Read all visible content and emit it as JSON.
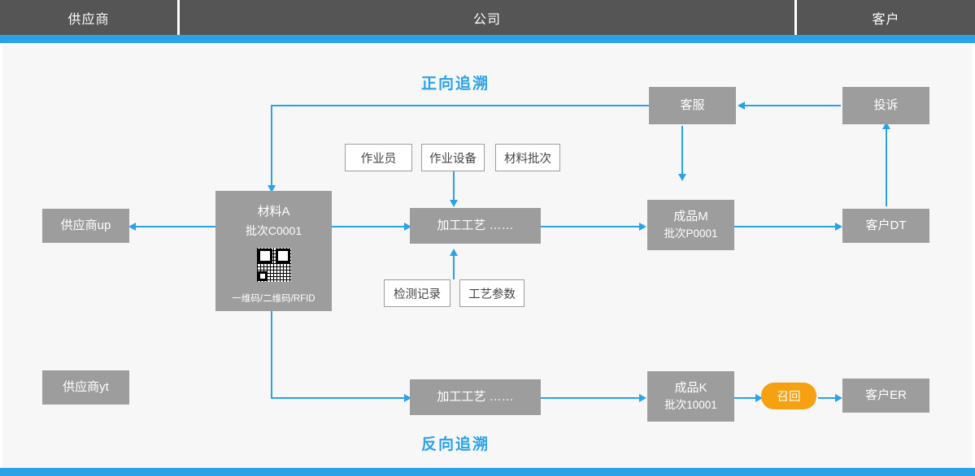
{
  "header": {
    "lanes": [
      {
        "label": "供应商"
      },
      {
        "label": "公司"
      },
      {
        "label": "客户"
      }
    ]
  },
  "labels": {
    "forward": "正向追溯",
    "backward": "反向追溯"
  },
  "nodes": {
    "supplier_up": "供应商up",
    "supplier_yt": "供应商yt",
    "material_a_title": "材料A",
    "material_a_batch": "批次C0001",
    "material_a_codes": "一维码/二维码/RFID",
    "process_top": "加工工艺  ……",
    "process_bottom": "加工工艺  ……",
    "product_m_title": "成品M",
    "product_m_batch": "批次P0001",
    "product_k_title": "成品K",
    "product_k_batch": "批次10001",
    "customer_service": "客服",
    "complaint": "投诉",
    "customer_dt": "客户DT",
    "customer_er": "客户ER",
    "recall": "召回"
  },
  "attributes": {
    "operator": "作业员",
    "equipment": "作业设备",
    "material_batch": "材料批次",
    "inspection_record": "检测记录",
    "process_parameter": "工艺参数"
  },
  "colors": {
    "accent": "#29a3e8",
    "node": "#9d9d9d",
    "header": "#555555",
    "recall": "#f5a111",
    "canvas": "#f7f7f7"
  }
}
